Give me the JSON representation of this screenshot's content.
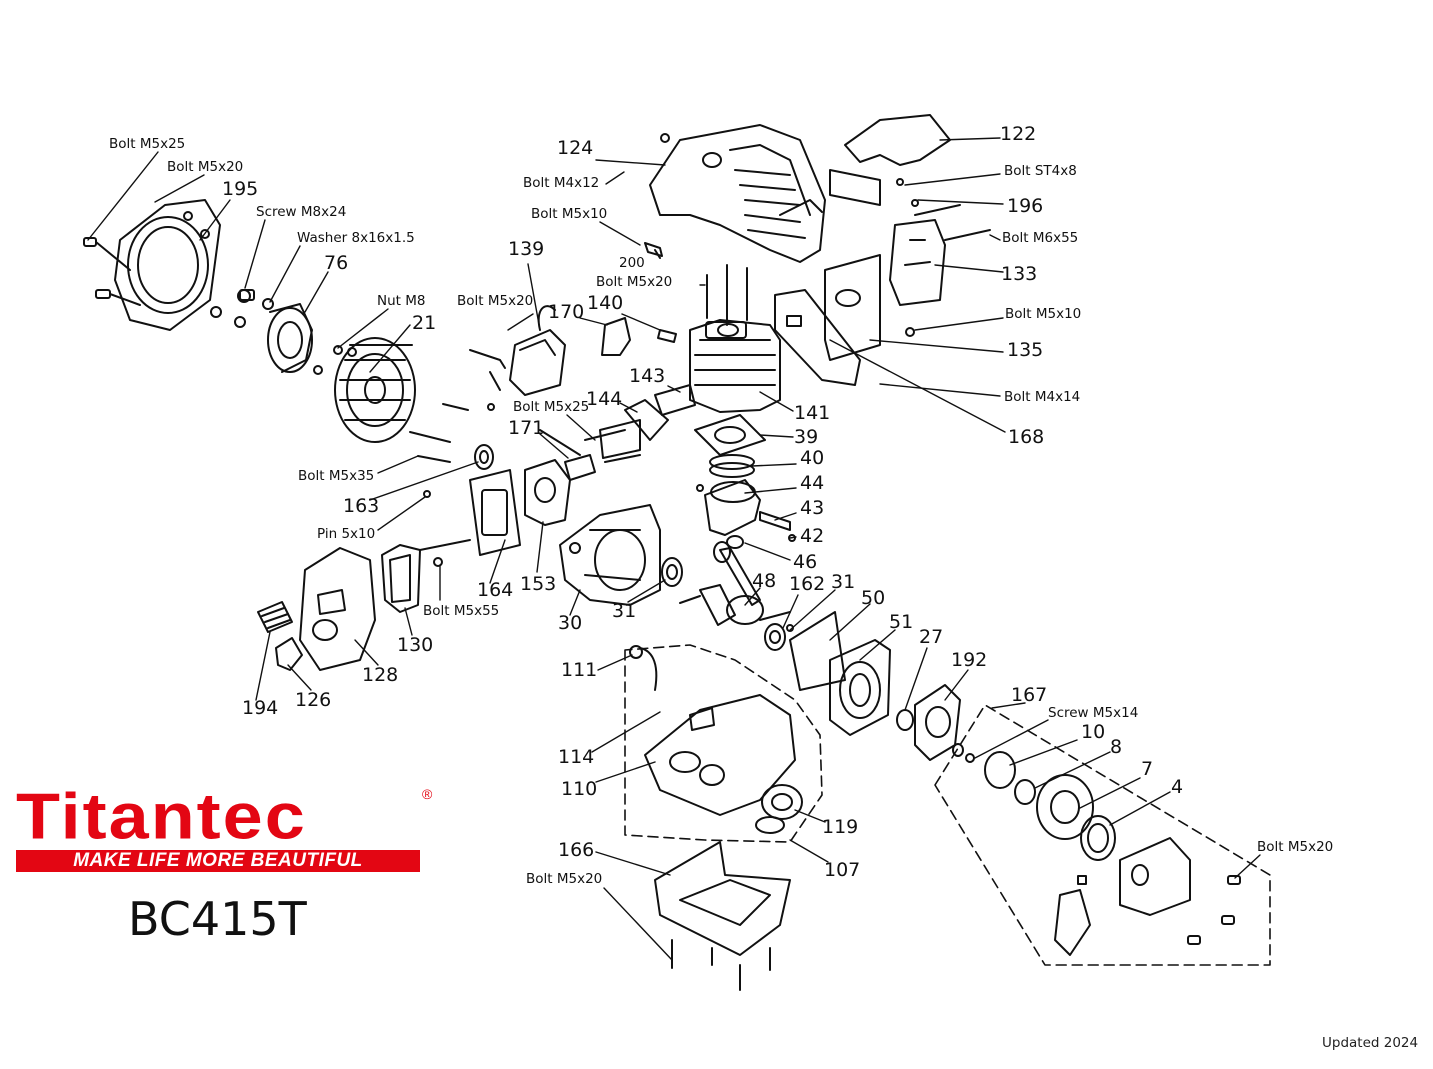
{
  "brand": {
    "name": "Titantec",
    "registered": "®",
    "slogan": "MAKE LIFE MORE BEAUTIFUL"
  },
  "model": "BC415T",
  "footer": {
    "updated": "Updated 2024"
  },
  "parts": [
    {
      "label": "Bolt M5x25"
    },
    {
      "label": "Bolt M5x20"
    },
    {
      "label": "195"
    },
    {
      "label": "Screw M8x24"
    },
    {
      "label": "Washer 8x16x1.5"
    },
    {
      "label": "76"
    },
    {
      "label": "Nut M8"
    },
    {
      "label": "21"
    },
    {
      "label": "124"
    },
    {
      "label": "Bolt M4x12"
    },
    {
      "label": "Bolt M5x10"
    },
    {
      "label": "200"
    },
    {
      "label": "Bolt M5x20"
    },
    {
      "label": "139"
    },
    {
      "label": "Bolt M5x20"
    },
    {
      "label": "170"
    },
    {
      "label": "140"
    },
    {
      "label": "122"
    },
    {
      "label": "Bolt ST4x8"
    },
    {
      "label": "196"
    },
    {
      "label": "Bolt M6x55"
    },
    {
      "label": "133"
    },
    {
      "label": "Bolt M5x10"
    },
    {
      "label": "135"
    },
    {
      "label": "Bolt M4x14"
    },
    {
      "label": "168"
    },
    {
      "label": "143"
    },
    {
      "label": "144"
    },
    {
      "label": "Bolt M5x25"
    },
    {
      "label": "141"
    },
    {
      "label": "39"
    },
    {
      "label": "171"
    },
    {
      "label": "40"
    },
    {
      "label": "44"
    },
    {
      "label": "43"
    },
    {
      "label": "42"
    },
    {
      "label": "46"
    },
    {
      "label": "Bolt M5x35"
    },
    {
      "label": "163"
    },
    {
      "label": "Pin 5x10"
    },
    {
      "label": "164"
    },
    {
      "label": "153"
    },
    {
      "label": "Bolt M5x55"
    },
    {
      "label": "130"
    },
    {
      "label": "128"
    },
    {
      "label": "194"
    },
    {
      "label": "126"
    },
    {
      "label": "30"
    },
    {
      "label": "31"
    },
    {
      "label": "48"
    },
    {
      "label": "162"
    },
    {
      "label": "31"
    },
    {
      "label": "50"
    },
    {
      "label": "51"
    },
    {
      "label": "27"
    },
    {
      "label": "192"
    },
    {
      "label": "111"
    },
    {
      "label": "114"
    },
    {
      "label": "110"
    },
    {
      "label": "119"
    },
    {
      "label": "107"
    },
    {
      "label": "166"
    },
    {
      "label": "Bolt M5x20"
    },
    {
      "label": "167"
    },
    {
      "label": "Screw M5x14"
    },
    {
      "label": "10"
    },
    {
      "label": "8"
    },
    {
      "label": "7"
    },
    {
      "label": "4"
    },
    {
      "label": "Bolt M5x20"
    }
  ]
}
